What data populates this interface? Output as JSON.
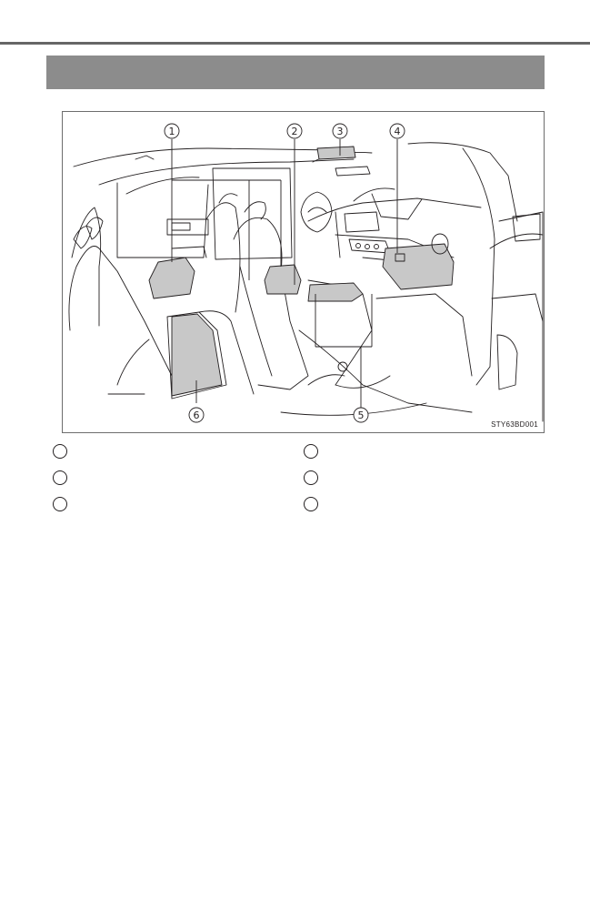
{
  "figure": {
    "code": "STY63BD001",
    "callouts": [
      "1",
      "2",
      "3",
      "4",
      "5",
      "6"
    ]
  },
  "legend": [
    {
      "marker": "",
      "text": ""
    },
    {
      "marker": "",
      "text": ""
    },
    {
      "marker": "",
      "text": ""
    },
    {
      "marker": "",
      "text": ""
    },
    {
      "marker": "",
      "text": ""
    },
    {
      "marker": "",
      "text": ""
    }
  ],
  "colors": {
    "header_bar": "#8c8c8c",
    "top_rule": "#666666",
    "highlight": "#c8c8c8",
    "line": "#231f20"
  }
}
